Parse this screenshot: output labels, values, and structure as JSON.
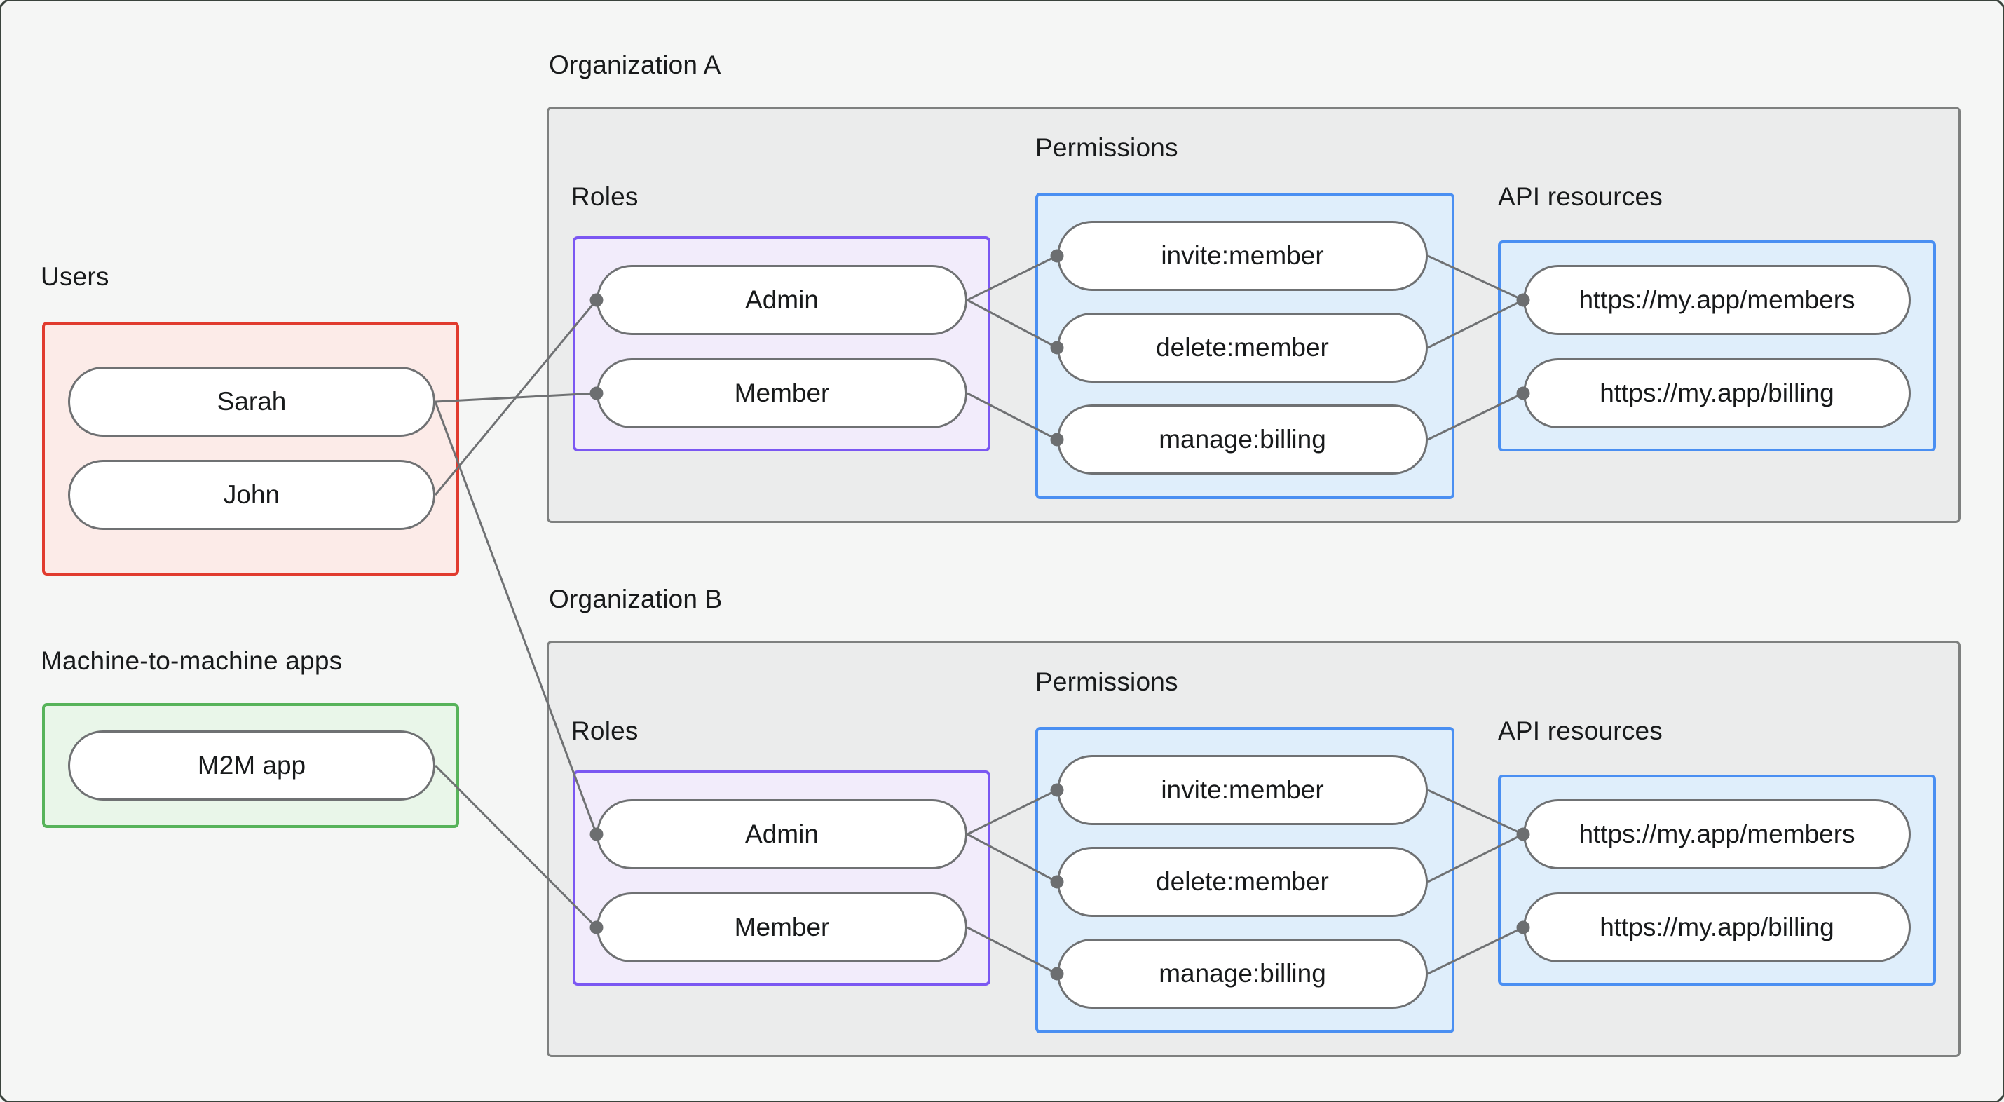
{
  "colors": {
    "canvas_bg": "#f5f6f5",
    "canvas_edge": "#3a433c",
    "org_fill": "#ebecec",
    "org_border": "#7e807f",
    "users_fill": "#fcebe8",
    "users_border": "#e13b2e",
    "m2m_fill": "#e9f6e9",
    "m2m_border": "#57b35a",
    "roles_fill": "#f2ecfb",
    "roles_border": "#7b57f2",
    "blue_fill": "#dfeefb",
    "blue_border": "#4a8ff2",
    "pill_fill": "#ffffff",
    "pill_border": "#6f7173",
    "edge_line": "#6f7173",
    "edge_dot": "#6c6e70",
    "text": "#181a1b"
  },
  "users": {
    "label": "Users",
    "items": [
      "Sarah",
      "John"
    ]
  },
  "m2m": {
    "label": "Machine-to-machine apps",
    "items": [
      "M2M app"
    ]
  },
  "orgs": [
    {
      "name": "Organization A",
      "roles_label": "Roles",
      "roles": [
        "Admin",
        "Member"
      ],
      "permissions_label": "Permissions",
      "permissions": [
        "invite:member",
        "delete:member",
        "manage:billing"
      ],
      "api_label": "API resources",
      "api_resources": [
        "https://my.app/members",
        "https://my.app/billing"
      ]
    },
    {
      "name": "Organization B",
      "roles_label": "Roles",
      "roles": [
        "Admin",
        "Member"
      ],
      "permissions_label": "Permissions",
      "permissions": [
        "invite:member",
        "delete:member",
        "manage:billing"
      ],
      "api_label": "API resources",
      "api_resources": [
        "https://my.app/members",
        "https://my.app/billing"
      ]
    }
  ]
}
